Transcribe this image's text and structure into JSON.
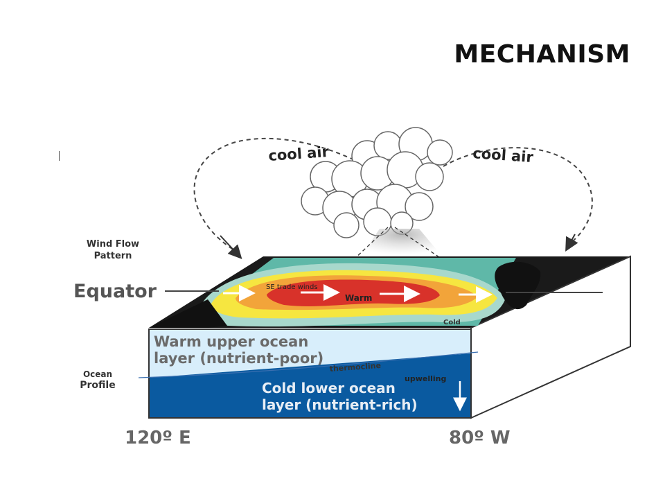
{
  "slide": {
    "title": "MECHANISM"
  },
  "diagram": {
    "cool_air_left": "cool air",
    "cool_air_right": "cool air",
    "wind_flow_line1": "Wind Flow",
    "wind_flow_line2": "Pattern",
    "equator": "Equator",
    "trade_winds": "SE trade winds",
    "warm": "Warm",
    "cold": "Cold",
    "warm_layer_line1": "Warm upper ocean",
    "warm_layer_line2": "layer (nutrient-poor)",
    "thermocline": "thermocline",
    "upwelling": "upwelling",
    "cold_layer_line1": "Cold lower ocean",
    "cold_layer_line2": "layer (nutrient-rich)",
    "ocean_profile_line1": "Ocean",
    "ocean_profile_line2": "Profile",
    "lon_west": "120º E",
    "lon_east": "80º W"
  },
  "colors": {
    "deep_blue": "#0a5aa0",
    "light_blue": "#d8eefb",
    "warm_red": "#d8322a",
    "orange": "#f2a43a",
    "yellow": "#f6e640",
    "teal": "#5fb8a8"
  }
}
